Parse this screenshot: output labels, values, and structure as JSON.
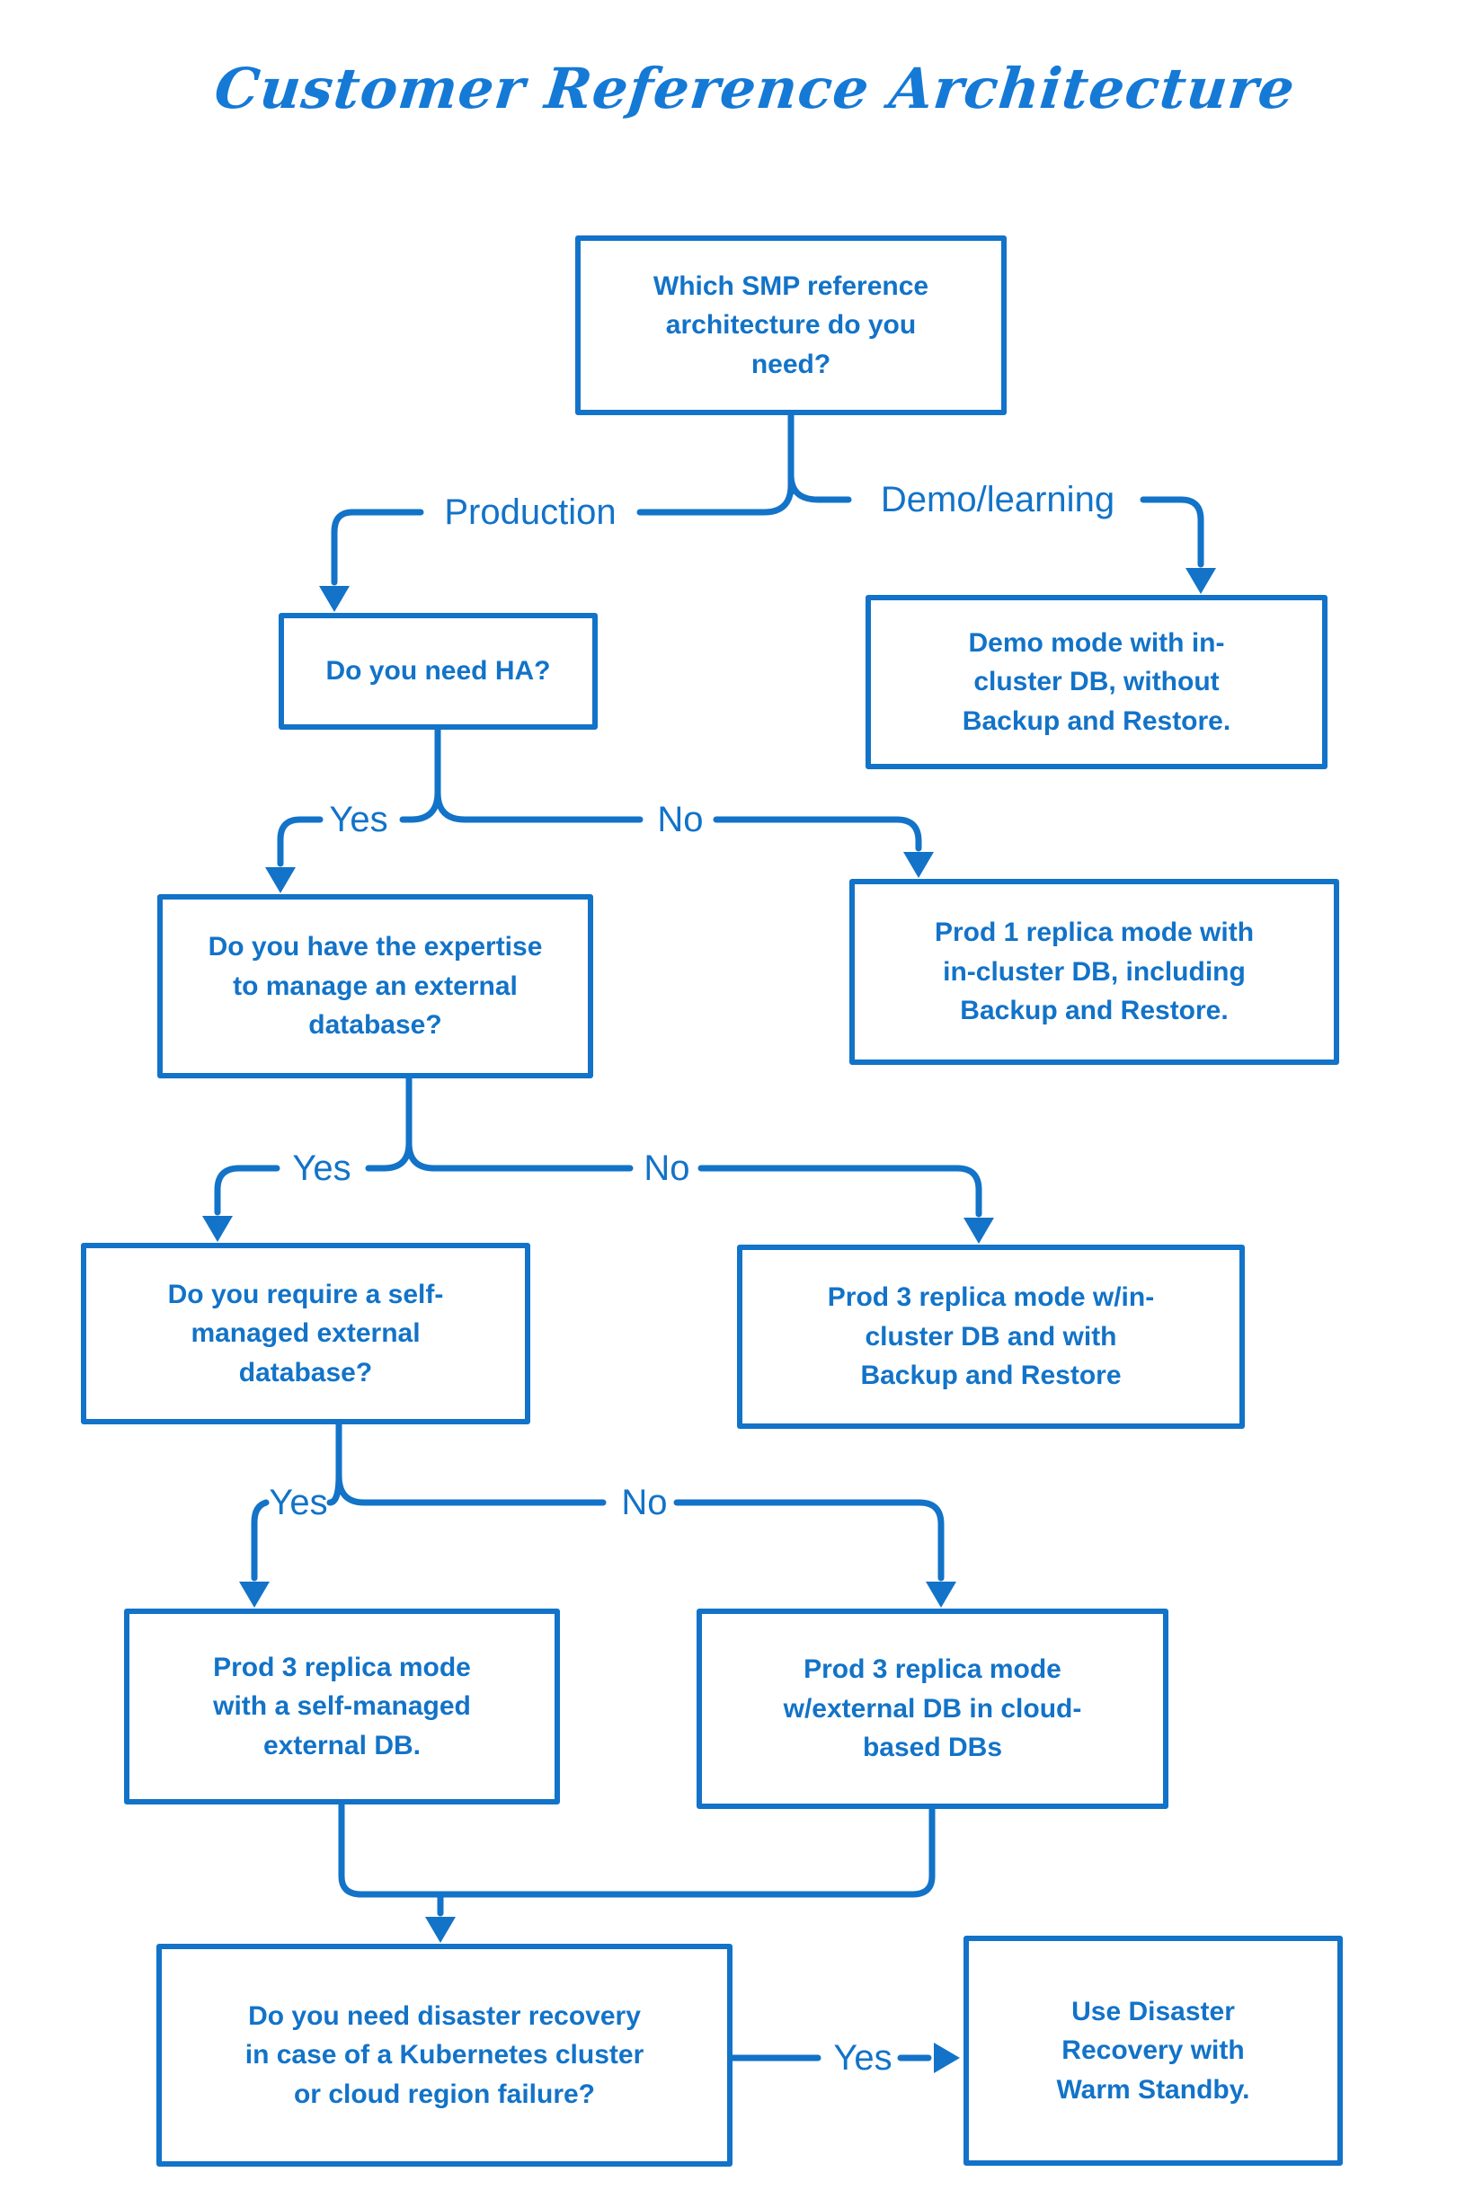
{
  "title": "Customer Reference Architecture",
  "colors": {
    "accent": "#1273C8",
    "title": "#1579D6",
    "background": "#FFFFFF"
  },
  "nodes": {
    "q_which": "Which SMP reference\narchitecture do you\nneed?",
    "q_ha": "Do you need HA?",
    "a_demo": "Demo mode with in-\ncluster DB, without\nBackup and Restore.",
    "q_expertise": "Do you have the expertise\nto manage an external\ndatabase?",
    "a_prod1": "Prod 1 replica mode with\nin-cluster DB, including\nBackup and Restore.",
    "q_selfmanaged": "Do you require a self-\nmanaged external\ndatabase?",
    "a_prod3_incluster": "Prod 3 replica mode w/in-\ncluster DB and with\nBackup and Restore",
    "a_prod3_self": "Prod 3 replica mode\nwith a self-managed\nexternal DB.",
    "a_prod3_cloud": "Prod 3 replica mode\nw/external DB in cloud-\nbased DBs",
    "q_dr": "Do you need disaster recovery\nin case of a Kubernetes cluster\nor cloud region failure?",
    "a_warm": "Use Disaster\nRecovery with\nWarm Standby."
  },
  "edge_labels": {
    "production": "Production",
    "demo": "Demo/learning",
    "ha_yes": "Yes",
    "ha_no": "No",
    "expertise_yes": "Yes",
    "expertise_no": "No",
    "selfmanaged_yes": "Yes",
    "selfmanaged_no": "No",
    "dr_yes": "Yes"
  }
}
